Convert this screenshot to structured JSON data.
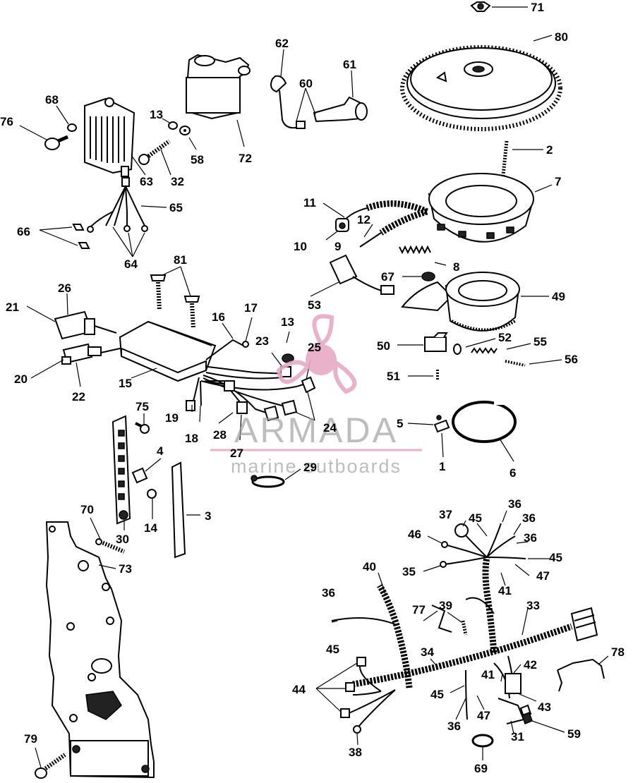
{
  "watermark": {
    "brand": "ARMADA",
    "tagline": "marine outboards",
    "color": "#e8a9c6"
  },
  "callouts": {
    "c71": "71",
    "c80": "80",
    "c62": "62",
    "c61": "61",
    "c60": "60",
    "c68": "68",
    "c76": "76",
    "c13a": "13",
    "c58": "58",
    "c72": "72",
    "c63": "63",
    "c32": "32",
    "c65": "65",
    "c2": "2",
    "c7": "7",
    "c66": "66",
    "c64": "64",
    "c11": "11",
    "c12": "12",
    "c10": "10",
    "c9": "9",
    "c8": "8",
    "c81": "81",
    "c26": "26",
    "c21": "21",
    "c16": "16",
    "c17": "17",
    "c67": "67",
    "c49": "49",
    "c53": "53",
    "c13b": "13",
    "c23": "23",
    "c25": "25",
    "c50": "50",
    "c52": "52",
    "c55": "55",
    "c56": "56",
    "c20": "20",
    "c15": "15",
    "c22": "22",
    "c51": "51",
    "c75": "75",
    "c19": "19",
    "c28": "28",
    "c24": "24",
    "c5": "5",
    "c18": "18",
    "c27": "27",
    "c1": "1",
    "c6": "6",
    "c4": "4",
    "c29": "29",
    "c14": "14",
    "c3": "3",
    "c70": "70",
    "c30": "30",
    "c73": "73",
    "c37": "37",
    "c45a": "45",
    "c36a": "36",
    "c36b": "36",
    "c46": "46",
    "c36c": "36",
    "c45b": "45",
    "c40": "40",
    "c35": "35",
    "c47a": "47",
    "c41a": "41",
    "c36d": "36",
    "c33": "33",
    "c77": "77",
    "c39": "39",
    "c45c": "45",
    "c78": "78",
    "c34": "34",
    "c42": "42",
    "c44": "44",
    "c41b": "41",
    "c45d": "45",
    "c43": "43",
    "c36e": "36",
    "c47b": "47",
    "c31": "31",
    "c59": "59",
    "c79": "79",
    "c38": "38",
    "c69": "69"
  }
}
